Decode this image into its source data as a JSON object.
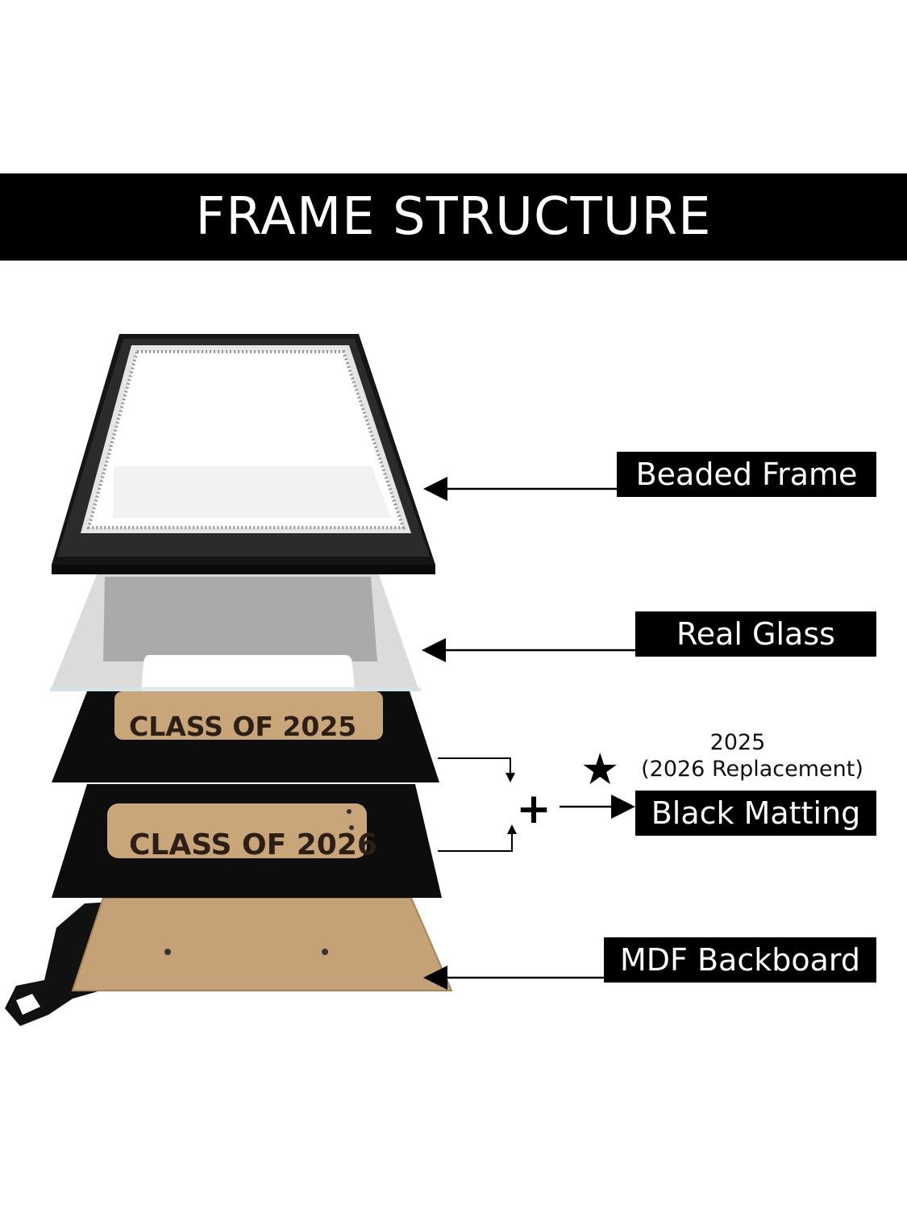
{
  "title": "FRAME STRUCTURE",
  "labels": {
    "frame": "Beaded Frame",
    "glass": "Real Glass",
    "matting": "Black Matting",
    "backboard": "MDF Backboard"
  },
  "note": {
    "year": "2025",
    "replacement": "(2026 Replacement)",
    "star_icon": "star-icon"
  },
  "mat_texts": {
    "mat_2025": "CLASS OF 2025",
    "mat_2026": "CLASS OF 2026"
  },
  "plus_symbol": "+",
  "colors": {
    "bar": "#000000",
    "kraft": "#c4a176",
    "glass": "#9a9a9a"
  }
}
